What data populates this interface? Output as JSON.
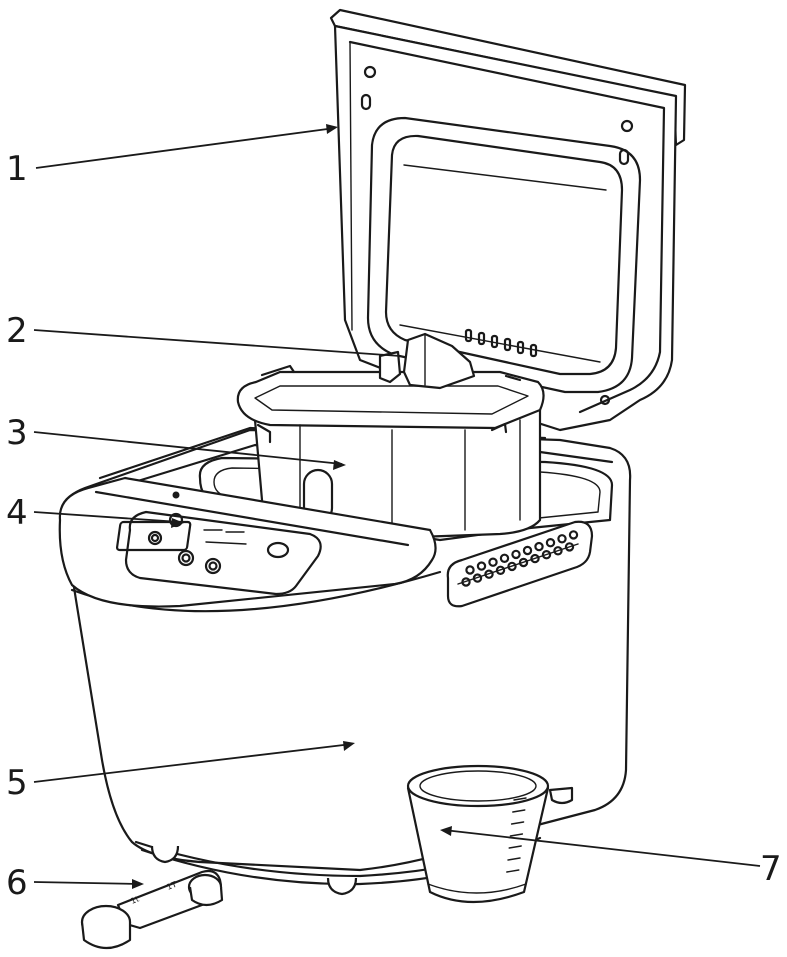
{
  "callouts": [
    {
      "number": "1",
      "part": "lid"
    },
    {
      "number": "2",
      "part": "kneading-paddle"
    },
    {
      "number": "3",
      "part": "bread-pan"
    },
    {
      "number": "4",
      "part": "control-panel"
    },
    {
      "number": "5",
      "part": "housing"
    },
    {
      "number": "6",
      "part": "measuring-spoon"
    },
    {
      "number": "7",
      "part": "measuring-cup"
    }
  ],
  "spoon_marks": [
    "1t",
    "1T"
  ]
}
